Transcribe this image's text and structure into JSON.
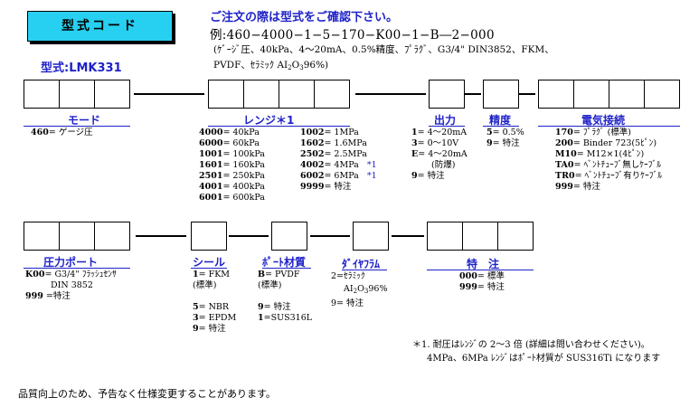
{
  "badge": "型式コード",
  "model_label": "型式:LMK331",
  "notice": "ご注文の際は型式をご確認下さい。",
  "example": "例:460−4000−1−5−170−K00−1−B―2−000",
  "example_desc_1": "(ｹﾞｰｼﾞ圧、40kPa、4～20mA、0.5%精度、ﾌﾟﾗｸﾞ、G3/4\" DIN3852、FKM、",
  "example_desc_2": "PVDF、ｾﾗﾐｯｸ AI",
  "example_desc_sub": "2",
  "example_desc_mid": "O",
  "example_desc_sub2": "3",
  "example_desc_end": "96%)",
  "mode": {
    "title": "モード",
    "items": [
      {
        "code": "460",
        "text": "= ゲージ圧"
      }
    ]
  },
  "range": {
    "title": "レンジ＊1",
    "col1": [
      {
        "code": "4000",
        "text": "= 40kPa"
      },
      {
        "code": "6000",
        "text": "= 60kPa"
      },
      {
        "code": "1001",
        "text": "= 100kPa"
      },
      {
        "code": "1601",
        "text": "= 160kPa"
      },
      {
        "code": "2501",
        "text": "= 250kPa"
      },
      {
        "code": "4001",
        "text": "= 400kPa"
      },
      {
        "code": "6001",
        "text": "= 600kPa"
      }
    ],
    "col2": [
      {
        "code": "1002",
        "text": "= 1MPa"
      },
      {
        "code": "1602",
        "text": "= 1.6MPa"
      },
      {
        "code": "2502",
        "text": "= 2.5MPa"
      },
      {
        "code": "4002",
        "text": "= 4MPa",
        "note": "*1"
      },
      {
        "code": "6002",
        "text": "= 6MPa",
        "note": "*1"
      },
      {
        "code": "9999",
        "text": "= 特注"
      }
    ]
  },
  "output": {
    "title": "出力",
    "items": [
      {
        "code": "1",
        "text": "= 4～20mA"
      },
      {
        "code": "3",
        "text": "= 0～10V"
      },
      {
        "code": "E",
        "text": "= 4～20mA"
      },
      {
        "code": "",
        "text": "(防爆)"
      },
      {
        "code": "9",
        "text": "=  特注"
      }
    ]
  },
  "accuracy": {
    "title": "精度",
    "items": [
      {
        "code": "5",
        "text": "= 0.5%"
      },
      {
        "code": "9",
        "text": "=  特注"
      }
    ]
  },
  "connection": {
    "title": "電気接続",
    "items": [
      {
        "code": "170",
        "text": "= ﾌﾟﾗｸﾞ (標準)"
      },
      {
        "code": "200",
        "text": "= Binder 723(5ﾋﾟﾝ)"
      },
      {
        "code": "M10",
        "text": "= M12×1(4ﾋﾟﾝ)"
      },
      {
        "code": "TA0",
        "text": "= ﾍﾞﾝﾄﾁｭｰﾌﾞ無しｹｰﾌﾞﾙ"
      },
      {
        "code": "TR0",
        "text": "= ﾍﾞﾝﾄﾁｭｰﾌﾞ有りｹｰﾌﾞﾙ"
      },
      {
        "code": "999",
        "text": "= 特注"
      }
    ]
  },
  "port": {
    "title": "圧力ポート",
    "items": [
      {
        "code": "K00",
        "text": "= G3/4\"  ﾌﾗｯｼｭｾﾝｻ"
      },
      {
        "code": "",
        "text": "DIN 3852"
      },
      {
        "code": "999",
        "text": " =特注"
      }
    ]
  },
  "seal": {
    "title": "シール",
    "items": [
      {
        "code": "1",
        "text": "= FKM"
      },
      {
        "code": "",
        "text": "(標準)"
      },
      {
        "code": "5",
        "text": "= NBR"
      },
      {
        "code": "3",
        "text": "= EPDM"
      },
      {
        "code": "9",
        "text": "=  特注"
      }
    ]
  },
  "port_material": {
    "title": "ﾎﾟｰﾄ材質",
    "items": [
      {
        "code": "B",
        "text": "= PVDF"
      },
      {
        "code": "",
        "text": "(標準)"
      },
      {
        "code": "9",
        "text": "=  特注"
      },
      {
        "code": "1",
        "text": "=SUS316L"
      }
    ]
  },
  "diaphragm": {
    "title": "ﾀﾞｲﾔﾌﾗﾑ",
    "line1": "2=ｾﾗﾐｯｸ",
    "line2a": "AI",
    "line2b": "O",
    "line2c": "96%",
    "sub1": "2",
    "sub2": "3",
    "line3": "9=  特注"
  },
  "special": {
    "title": "特　注",
    "items": [
      {
        "code": "000",
        "text": "=  標準"
      },
      {
        "code": "999",
        "text": "=  特注"
      }
    ]
  },
  "footnote_1": "＊1.  耐圧はﾚﾝｼﾞの 2～3 倍 (詳細は問い合わせください)。",
  "footnote_2": "4MPa、6MPa ﾚﾝｼﾞはﾎﾟｰﾄ材質が SUS316Ti になります",
  "bottom_note": "品質向上のため、予告なく仕様変更することがあります。"
}
